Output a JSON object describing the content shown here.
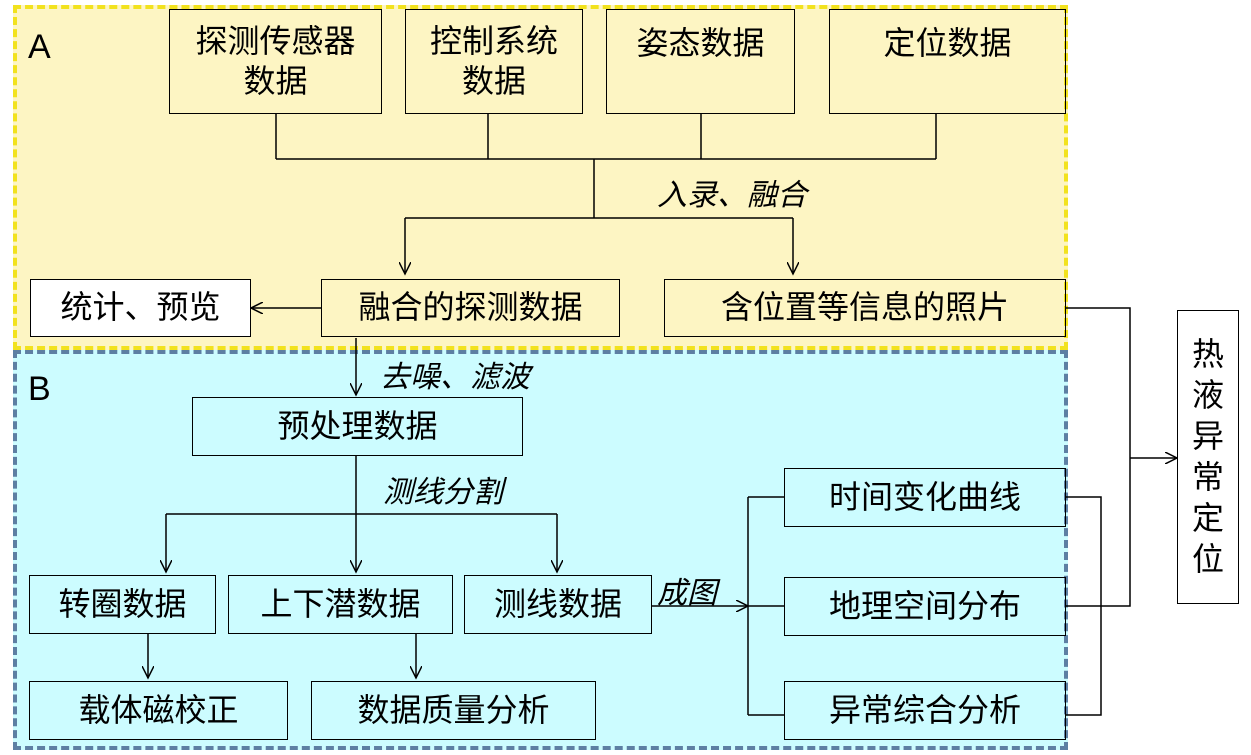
{
  "regions": {
    "a_label": "A",
    "b_label": "B"
  },
  "nodes": {
    "probe_sensor": "探测传感器\n数据",
    "control_system": "控制系统\n数据",
    "attitude": "姿态数据",
    "positioning": "定位数据",
    "stats_preview": "统计、预览",
    "fused_data": "融合的探测数据",
    "photos": "含位置等信息的照片",
    "preprocessed": "预处理数据",
    "turn_data": "转圈数据",
    "dive_data": "上下潜数据",
    "survey_line_data": "测线数据",
    "carrier_mag_correction": "载体磁校正",
    "quality_analysis": "数据质量分析",
    "time_curve": "时间变化曲线",
    "geo_distribution": "地理空间分布",
    "anomaly_analysis": "异常综合分析",
    "result": "热液异常定位"
  },
  "edge_labels": {
    "entry_fusion": "入录、融合",
    "denoise_filter": "去噪、滤波",
    "line_split": "测线分割",
    "mapping": "成图"
  },
  "colors": {
    "region_a_fill": "#fdf5c3",
    "region_a_border": "#f2e21e",
    "region_b_fill": "#ccfcff",
    "region_b_border": "#5d7fa3",
    "line": "#000000"
  }
}
